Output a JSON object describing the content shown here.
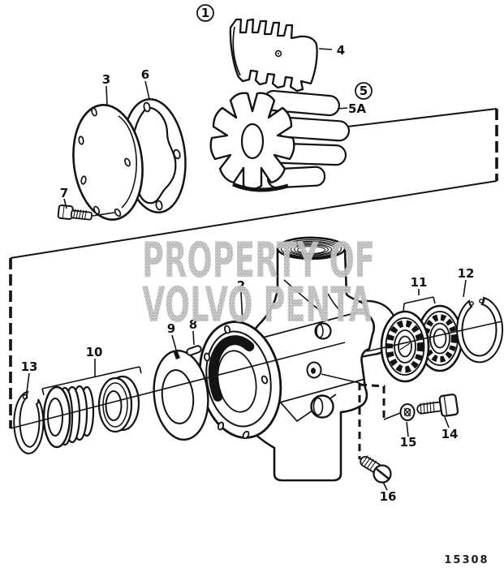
{
  "diagram": {
    "type": "exploded-parts-diagram",
    "watermark": {
      "line1": "PROPERTY OF",
      "line2": "VOLVO PENTA"
    },
    "drawing_number": "15308",
    "callouts": {
      "c1": "1",
      "c2": "2",
      "c3": "3",
      "c4": "4",
      "c5": "5",
      "c5a": "5A",
      "c6": "6",
      "c7": "7",
      "c8": "8",
      "c9": "9",
      "c10": "10",
      "c11": "11",
      "c12": "12",
      "c13": "13",
      "c14": "14",
      "c15": "15",
      "c16": "16"
    },
    "colors": {
      "line": "#131313",
      "watermark": "#b0b0b0",
      "background": "#ffffff"
    }
  }
}
